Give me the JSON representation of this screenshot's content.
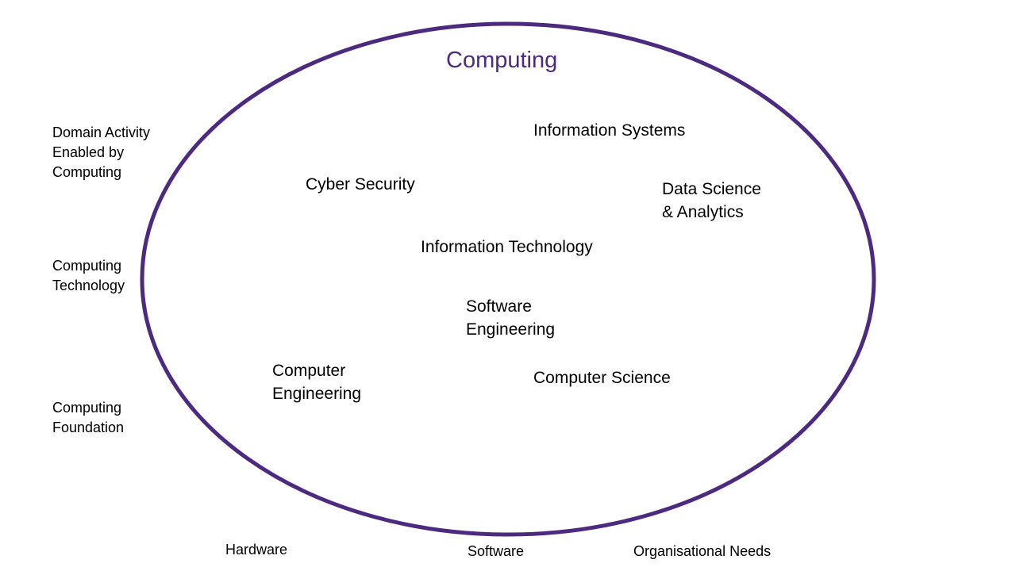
{
  "diagram": {
    "title": "Computing",
    "colors": {
      "ellipse_stroke": "#4B2A7F",
      "title": "#4B2A7F",
      "text": "#000000"
    },
    "disciplines": [
      {
        "label": "Information Systems"
      },
      {
        "label": "Cyber Security"
      },
      {
        "label": "Data Science\n& Analytics"
      },
      {
        "label": "Information Technology"
      },
      {
        "label": "Software\nEngineering"
      },
      {
        "label": "Computer\nEngineering"
      },
      {
        "label": "Computer Science"
      }
    ],
    "left_axis": [
      {
        "label": "Domain Activity\nEnabled by\nComputing"
      },
      {
        "label": "Computing\nTechnology"
      },
      {
        "label": "Computing\nFoundation"
      }
    ],
    "bottom_axis": [
      {
        "label": "Hardware"
      },
      {
        "label": "Software"
      },
      {
        "label": "Organisational Needs"
      }
    ]
  }
}
